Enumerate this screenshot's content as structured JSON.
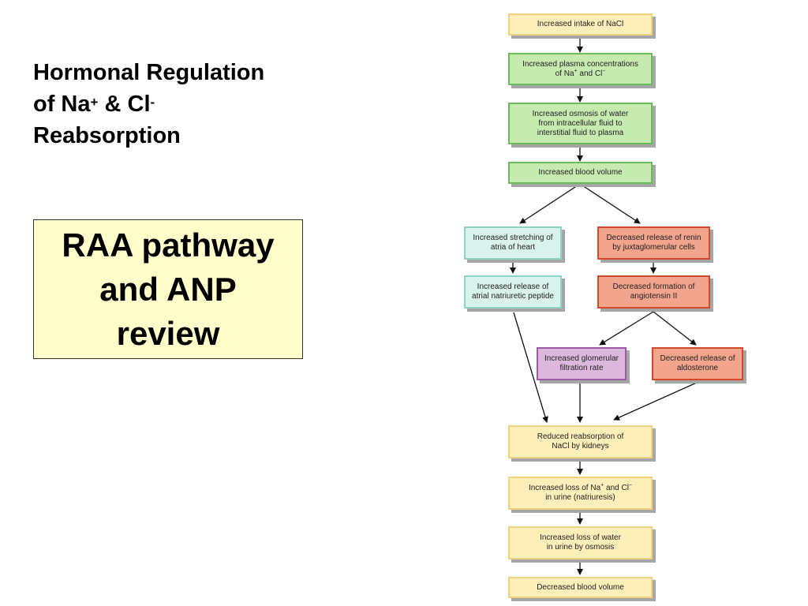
{
  "title": {
    "line1": "Hormonal Regulation",
    "line2_a": "of Na",
    "line2_sup1": "+",
    "line2_b": " & Cl",
    "line2_sup2": "-",
    "line3": "Reabsorption"
  },
  "review_box": {
    "text": "RAA pathway and ANP review"
  },
  "flowchart": {
    "nodes": {
      "intake": "Increased intake of NaCl",
      "plasma_a": "Increased plasma concentrations\nof Na",
      "plasma_sup1": "+",
      "plasma_b": " and Cl",
      "plasma_sup2": "−",
      "osmosis": "Increased osmosis of water\nfrom intracellular fluid to\ninterstitial fluid to plasma",
      "blood_volume": "Increased blood volume",
      "stretching": "Increased stretching of\natria of heart",
      "renin": "Decreased release of renin\nby juxtaglomerular cells",
      "anp": "Increased release of\natrial natriuretic peptide",
      "angiotensin": "Decreased formation of\nangiotensin II",
      "gfr": "Increased glomerular\nfiltration rate",
      "aldosterone": "Decreased release of\naldosterone",
      "reduced_reabsorption": "Reduced reabsorption of\nNaCl by kidneys",
      "loss_a": "Increased loss of Na",
      "loss_sup1": "+",
      "loss_b": " and Cl",
      "loss_sup2": "−",
      "loss_c": "\nin urine (natriuresis)",
      "water_loss": "Increased loss of water\nin urine by osmosis",
      "decreased_volume": "Decreased blood volume"
    }
  }
}
